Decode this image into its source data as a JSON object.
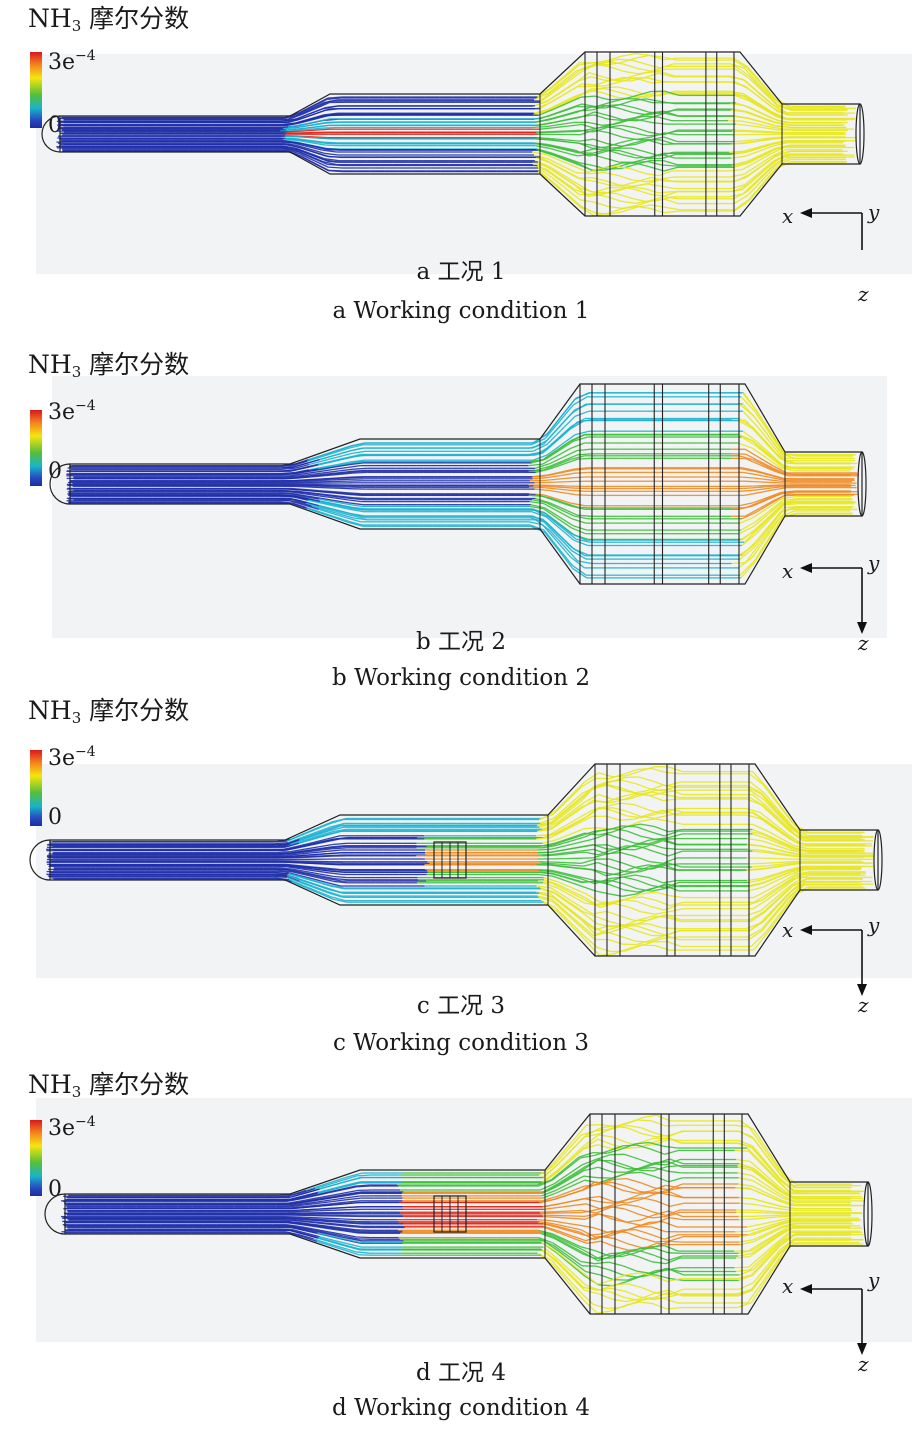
{
  "title_prefix": "NH",
  "title_sub": "3",
  "title_suffix": " 摩尔分数",
  "colorbar": {
    "max_base": "3e",
    "max_exp": "−4",
    "min": "0"
  },
  "axes": {
    "x": "x",
    "y": "y",
    "z": "z"
  },
  "panels": [
    {
      "caption_cn": "a 工况 1",
      "caption_en": "a Working condition 1"
    },
    {
      "caption_cn": "b 工况 2",
      "caption_en": "b Working condition 2"
    },
    {
      "caption_cn": "c 工况 3",
      "caption_en": "c Working condition 3"
    },
    {
      "caption_cn": "d 工况 4",
      "caption_en": "d Working condition 4"
    }
  ],
  "colors": {
    "blue": "#1f2fa8",
    "cyan": "#1bb3d0",
    "green": "#3dbf3a",
    "yellow": "#e8e81c",
    "orange": "#f08a20",
    "red": "#e0261a",
    "frame": "#222222",
    "background": "#f1f3f5"
  }
}
